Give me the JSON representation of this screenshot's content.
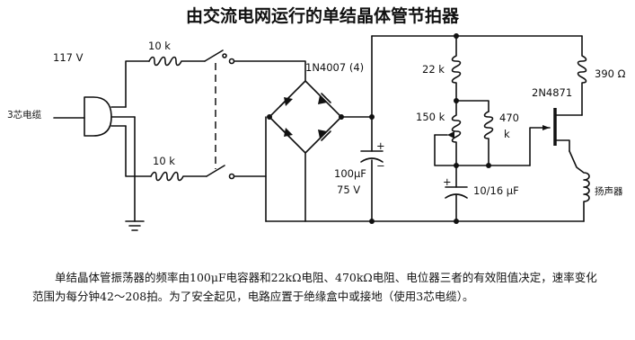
{
  "title": "由交流电网运行的单结晶体管节拍器",
  "labels": {
    "voltage": "117 V",
    "cable": "3芯电缆",
    "r_top": "10 k",
    "r_bottom": "10 k",
    "diode": "1N4007 (4)",
    "cap1_value": "100μF",
    "cap1_voltage": "75 V",
    "cap1_plus": "+",
    "cap1_minus": "−",
    "r22k": "22 k",
    "pot150k": "150 k",
    "r470k_a": "470",
    "r470k_b": "k",
    "cap2": "10/16 μF",
    "cap2_plus": "+",
    "ujt": "2N4871",
    "r390": "390 Ω",
    "speaker": "扬声器"
  },
  "caption": "单结晶体管振荡器的频率由100μF电容器和22kΩ电阻、470kΩ电阻、电位器三者的有效阻值决定，速率变化范围为每分钟42～208拍。为了安全起见，电路应置于绝缘盒中或接地（使用3芯电缆）。"
}
